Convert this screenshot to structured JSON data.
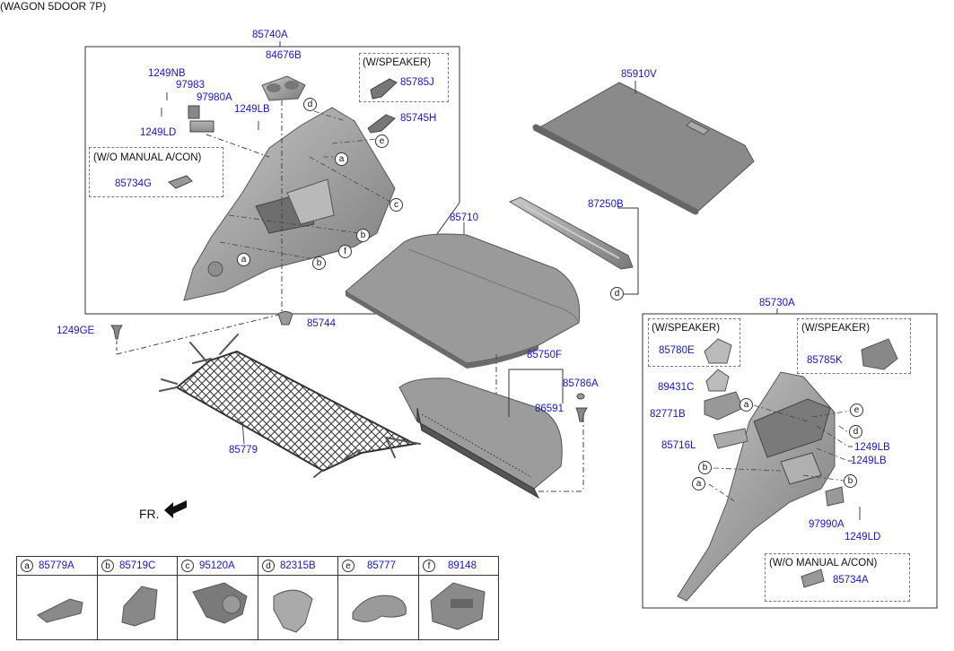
{
  "title": "(WAGON 5DOOR 7P)",
  "labels": {
    "w_speaker": "(W/SPEAKER)",
    "wo_manual": "(W/O MANUAL A/CON)",
    "fr": "FR."
  },
  "parts": {
    "p85740A": "85740A",
    "p84676B": "84676B",
    "p1249NB": "1249NB",
    "p97983": "97983",
    "p97980A": "97980A",
    "p1249LD_left": "1249LD",
    "p1249LB_left": "1249LB",
    "p85785J": "85785J",
    "p85745H": "85745H",
    "p85734G": "85734G",
    "p85910V": "85910V",
    "p87250B": "87250B",
    "p85710": "85710",
    "p1249GE": "1249GE",
    "p85744": "85744",
    "p85750F": "85750F",
    "p85786A": "85786A",
    "p86591": "86591",
    "p85779": "85779",
    "p85730A": "85730A",
    "p85780E": "85780E",
    "p85785K": "85785K",
    "p89431C": "89431C",
    "p82771B": "82771B",
    "p85716L": "85716L",
    "p1249LB_r1": "1249LB",
    "p1249LB_r2": "1249LB",
    "p97990A": "97990A",
    "p1249LD_right": "1249LD",
    "p85734A": "85734A"
  },
  "legend": [
    {
      "letter": "a",
      "part": "85779A"
    },
    {
      "letter": "b",
      "part": "85719C"
    },
    {
      "letter": "c",
      "part": "95120A"
    },
    {
      "letter": "d",
      "part": "82315B"
    },
    {
      "letter": "e",
      "part": "85777"
    },
    {
      "letter": "f",
      "part": "89148"
    }
  ],
  "callouts": {
    "a": "a",
    "b": "b",
    "c": "c",
    "d": "d",
    "e": "e",
    "f": "f"
  },
  "colors": {
    "part_number": "#1515c8",
    "line": "#333333",
    "part_fill": "#9a9a9a"
  }
}
